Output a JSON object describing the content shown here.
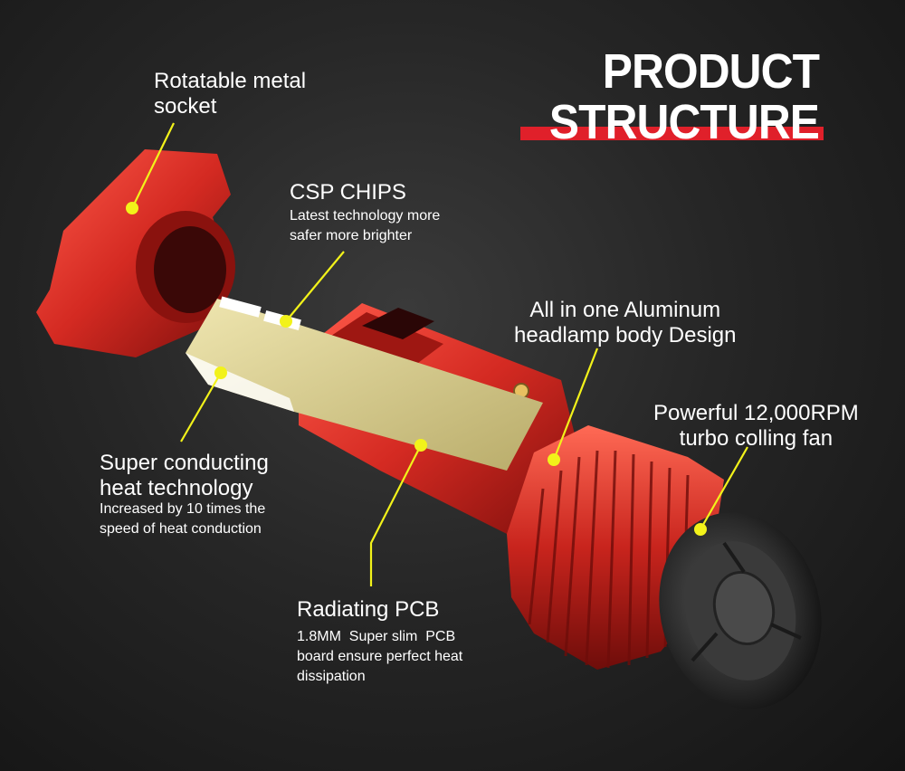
{
  "title": {
    "line1": "PRODUCT",
    "line2": "STRUCTURE"
  },
  "labels": {
    "socket": {
      "line1": "Rotatable metal",
      "line2": "socket"
    },
    "csp": {
      "heading": "CSP CHIPS",
      "desc_line1": "Latest technology more",
      "desc_line2": "safer more brighter"
    },
    "body": {
      "line1": "All in one Aluminum",
      "line2": "headlamp body Design"
    },
    "fan": {
      "line1": "Powerful 12,000RPM",
      "line2": "turbo colling fan"
    },
    "heat": {
      "line1": "Super conducting",
      "line2": "heat technology",
      "desc_line1": "Increased by 10 times the",
      "desc_line2": "speed of heat conduction"
    },
    "pcb": {
      "heading": "Radiating PCB",
      "desc_line1": "1.8MM  Super slim  PCB",
      "desc_line2": "board ensure perfect heat",
      "desc_line3": "dissipation"
    }
  },
  "colors": {
    "accent": "#e0202a",
    "callout": "#f2f21a",
    "metal_red": "#d42a22",
    "pcb": "#d8cc8a"
  }
}
